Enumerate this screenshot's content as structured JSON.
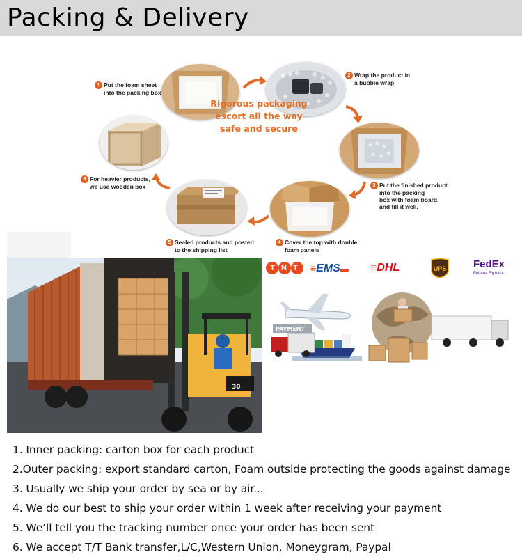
{
  "header": {
    "title": "Packing & Delivery"
  },
  "process": {
    "tagline": [
      "Rigorous packaging",
      "escort all the way",
      "safe and secure"
    ],
    "steps": [
      {
        "num": "1",
        "lines": [
          "Put the foam sheet",
          "into the packing box"
        ]
      },
      {
        "num": "2",
        "lines": [
          "Wrap the product in",
          "a bubble wrap"
        ]
      },
      {
        "num": "3",
        "lines": [
          "Put the finished product",
          "into the packing",
          "box with foam board,",
          "and fill it well."
        ]
      },
      {
        "num": "4",
        "lines": [
          "Cover the top with double",
          "foam panels"
        ]
      },
      {
        "num": "5",
        "lines": [
          "Sealed products and posted",
          "to the shipping list"
        ]
      },
      {
        "num": "6",
        "lines": [
          "For heavier products,",
          "we use wooden box"
        ]
      }
    ],
    "accent_color": "#e0611f"
  },
  "carriers": [
    {
      "name": "TNT",
      "color": "#e8491d"
    },
    {
      "name": "EMS",
      "color": "#1a4fa0"
    },
    {
      "name": "DHL",
      "color": "#d40511"
    },
    {
      "name": "UPS",
      "color": "#4b2e14"
    },
    {
      "name": "FedEx",
      "color": "#4d148c",
      "sub": "Federal Express"
    }
  ],
  "forklift_text": "30",
  "payment_text": "PAYMENT",
  "list": [
    "1. Inner packing: carton box for each product",
    "2.Outer packing: export standard carton, Foam outside protecting the goods against damage",
    "3. Usually we ship your order by sea or by air...",
    "4. We do our best to ship your order within 1 week after receiving your payment",
    "5. We’ll tell you the tracking number once your order has been sent",
    "6. We accept T/T Bank transfer,L/C,Western Union, Moneygram, Paypal"
  ]
}
